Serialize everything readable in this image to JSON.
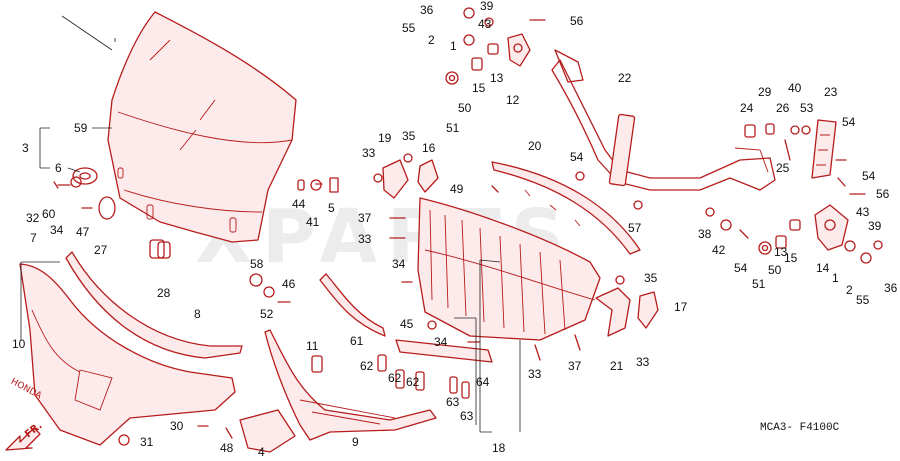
{
  "diagram_code": "MCA3- F4100C",
  "watermark": "XPARTS",
  "brand_mark": "HONDA",
  "direction_label": "FR.",
  "colors": {
    "line": "#b71c1c",
    "label": "#111111",
    "watermark": "#ececec"
  },
  "labels": {
    "l1": "1",
    "l2": "2",
    "l3": "3",
    "l4": "4",
    "l5": "5",
    "l6": "6",
    "l7": "7",
    "l8": "8",
    "l9": "9",
    "l10": "10",
    "l11": "11",
    "l12": "12",
    "l13": "13",
    "l14": "14",
    "l15": "15",
    "l16": "16",
    "l17": "17",
    "l18": "18",
    "l19": "19",
    "l20": "20",
    "l21": "21",
    "l22": "22",
    "l23": "23",
    "l24": "24",
    "l25": "25",
    "l26": "26",
    "l27": "27",
    "l28": "28",
    "l29": "29",
    "l30": "30",
    "l31": "31",
    "l32": "32",
    "l33": "33",
    "l34": "34",
    "l35": "35",
    "l36": "36",
    "l37": "37",
    "l38": "38",
    "l39": "39",
    "l40": "40",
    "l41": "41",
    "l42": "42",
    "l43": "43",
    "l44": "44",
    "l45": "45",
    "l46": "46",
    "l47": "47",
    "l48": "48",
    "l49": "49",
    "l50": "50",
    "l51": "51",
    "l52": "52",
    "l53": "53",
    "l54": "54",
    "l55": "55",
    "l56": "56",
    "l57": "57",
    "l58": "58",
    "l59": "59",
    "l60": "60",
    "l61": "61",
    "l62": "62",
    "l63": "63",
    "l64": "64"
  }
}
